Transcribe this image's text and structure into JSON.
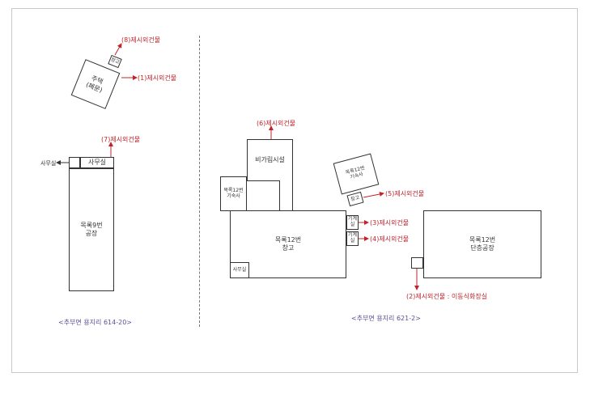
{
  "colors": {
    "annotation": "#c0242b",
    "caption": "#5b4f9a",
    "outline": "#333333"
  },
  "left_site": {
    "caption": "<추부면 용지리 614-20>",
    "house": "주택\n(폐문)",
    "house_small": "창고",
    "office": "사무실",
    "office_arrow": "사무실",
    "factory": "목록9번\n공장",
    "labels": {
      "l8": "(8)제시외건물",
      "l1": "(1)제시외건물",
      "l7": "(7)제시외건물"
    }
  },
  "right_site": {
    "caption": "<추부면 용지리 621-2>",
    "unapproved": "비가림시설",
    "dorm_left": "목록12번\n기숙사",
    "dorm_right": "목록12번\n기숙사",
    "dorm_storage": "창고",
    "warehouse": "목록12번\n창고",
    "office": "사무실",
    "machine1": "기계\n실",
    "machine2": "기계\n실",
    "factory": "목록12번\n단층공장",
    "labels": {
      "l6": "(6)제시외건물",
      "l5": "(5)제시외건물",
      "l3": "(3)제시외건물",
      "l4": "(4)제시외건물",
      "l2": "(2)제시외건물 : 이동식화장실"
    }
  }
}
